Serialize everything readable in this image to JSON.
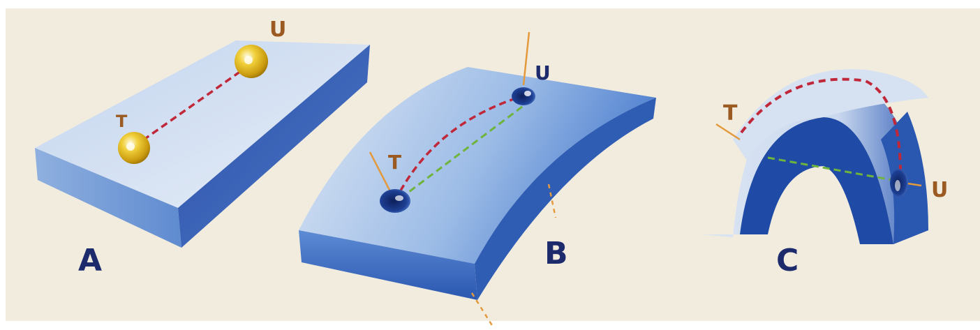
{
  "figure": {
    "labels": {
      "a": "A",
      "b": "B",
      "c": "C"
    },
    "point_labels": {
      "t": "T",
      "u": "U"
    },
    "colors": {
      "paper": "#f2ecdf",
      "block_blue": "#2f5db4",
      "block_light": "#cddcf0",
      "sphere_gold": "#e2b91e",
      "red_path": "#c0283a",
      "green_path": "#6fb43c",
      "orange_line": "#e39a3c",
      "letter_dark": "#1d2a6b",
      "label_brown": "#9a5a22"
    }
  }
}
